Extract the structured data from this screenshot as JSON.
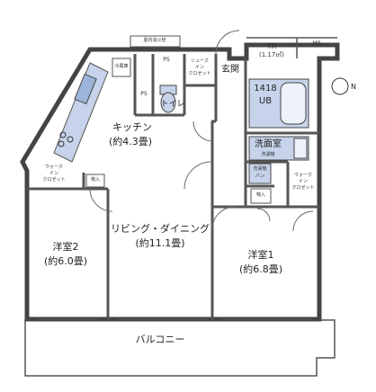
{
  "rooms": {
    "kitchen": {
      "name": "キッチン",
      "size": "(約4.3畳)"
    },
    "living": {
      "name": "リビング・ダイニング",
      "size": "(約11.1畳)"
    },
    "western2": {
      "name": "洋室2",
      "size": "(約6.0畳)"
    },
    "western1": {
      "name": "洋室1",
      "size": "(約6.8畳)"
    },
    "balcony": {
      "name": "バルコニー"
    }
  },
  "fixtures": {
    "trunk_room": {
      "name": "TR",
      "size": "(1.17㎡)"
    },
    "mb": "MB",
    "hall_pipe": "屋内消火栓",
    "ps1": "PS",
    "ps2": "PS",
    "shoe_closet": [
      "シューズ",
      "イン",
      "クロゼット"
    ],
    "entrance": "玄関",
    "toilet": "トイレ",
    "unit_bath": [
      "1418",
      "UB"
    ],
    "washroom": "洗面室",
    "washer": "洗濯機",
    "washer_pan": [
      "洗濯機",
      "パン"
    ],
    "walkin_left": [
      "ウォーク",
      "イン",
      "クロゼット"
    ],
    "walkin_right": [
      "ウォーク",
      "イン",
      "クロゼット"
    ],
    "storage_left": "物入",
    "storage_right": "物入",
    "refrigerator": "冷蔵庫",
    "n_mark": "N"
  }
}
